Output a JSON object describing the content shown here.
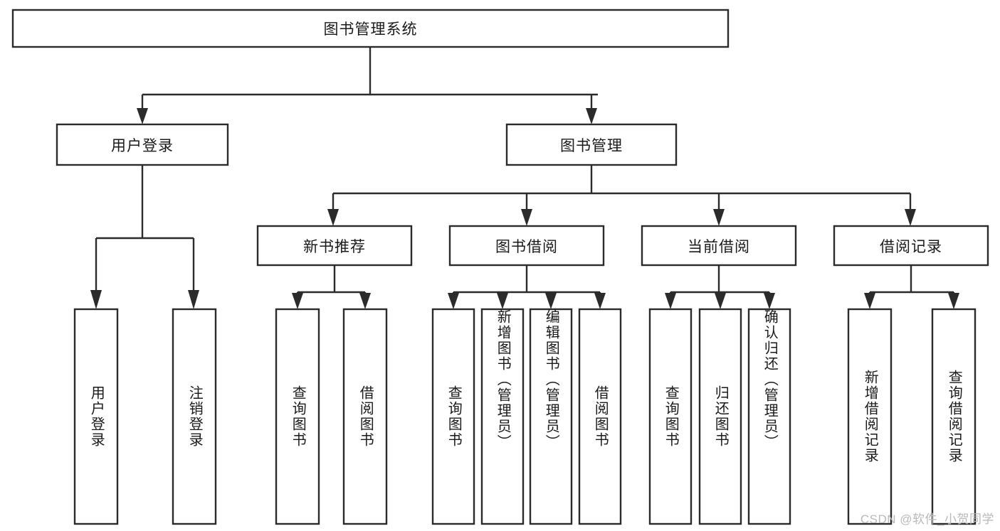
{
  "diagram": {
    "type": "tree",
    "title": "图书管理系统",
    "watermark": "CSDN @软件_小贺同学",
    "root": {
      "id": "root",
      "label": "图书管理系统",
      "orientation": "horizontal"
    },
    "level1": [
      {
        "id": "user-login",
        "label": "用户登录",
        "orientation": "horizontal"
      },
      {
        "id": "book-manage",
        "label": "图书管理",
        "orientation": "horizontal"
      }
    ],
    "level2": [
      {
        "id": "new-book-recommend",
        "label": "新书推荐",
        "parent": "book-manage",
        "orientation": "horizontal"
      },
      {
        "id": "book-borrow",
        "label": "图书借阅",
        "parent": "book-manage",
        "orientation": "horizontal"
      },
      {
        "id": "current-borrow",
        "label": "当前借阅",
        "parent": "book-manage",
        "orientation": "horizontal"
      },
      {
        "id": "borrow-record",
        "label": "借阅记录",
        "parent": "book-manage",
        "orientation": "horizontal"
      }
    ],
    "leaves": [
      {
        "id": "leaf-user-login",
        "label": "用户登录",
        "parent": "user-login",
        "orientation": "vertical"
      },
      {
        "id": "leaf-user-logout",
        "label": "注销登录",
        "parent": "user-login",
        "orientation": "vertical"
      },
      {
        "id": "leaf-query-book-1",
        "label": "查询图书",
        "parent": "new-book-recommend",
        "orientation": "vertical"
      },
      {
        "id": "leaf-borrow-book-1",
        "label": "借阅图书",
        "parent": "new-book-recommend",
        "orientation": "vertical"
      },
      {
        "id": "leaf-query-book-2",
        "label": "查询图书",
        "parent": "book-borrow",
        "orientation": "vertical"
      },
      {
        "id": "leaf-add-book",
        "label": "新增图书（管理员）",
        "parent": "book-borrow",
        "orientation": "vertical"
      },
      {
        "id": "leaf-edit-book",
        "label": "编辑图书（管理员）",
        "parent": "book-borrow",
        "orientation": "vertical"
      },
      {
        "id": "leaf-borrow-book-2",
        "label": "借阅图书",
        "parent": "book-borrow",
        "orientation": "vertical"
      },
      {
        "id": "leaf-query-book-3",
        "label": "查询图书",
        "parent": "current-borrow",
        "orientation": "vertical"
      },
      {
        "id": "leaf-return-book",
        "label": "归还图书",
        "parent": "current-borrow",
        "orientation": "vertical"
      },
      {
        "id": "leaf-confirm-return",
        "label": "确认归还（管理员）",
        "parent": "current-borrow",
        "orientation": "vertical"
      },
      {
        "id": "leaf-add-record",
        "label": "新增借阅记录",
        "parent": "borrow-record",
        "orientation": "vertical"
      },
      {
        "id": "leaf-query-record",
        "label": "查询借阅记录",
        "parent": "borrow-record",
        "orientation": "vertical"
      }
    ],
    "colors": {
      "stroke": "#2b2b2b",
      "fill": "#ffffff",
      "text": "#1a1a1a",
      "watermark": "#b9b9b9",
      "background": "#ffffff"
    }
  }
}
